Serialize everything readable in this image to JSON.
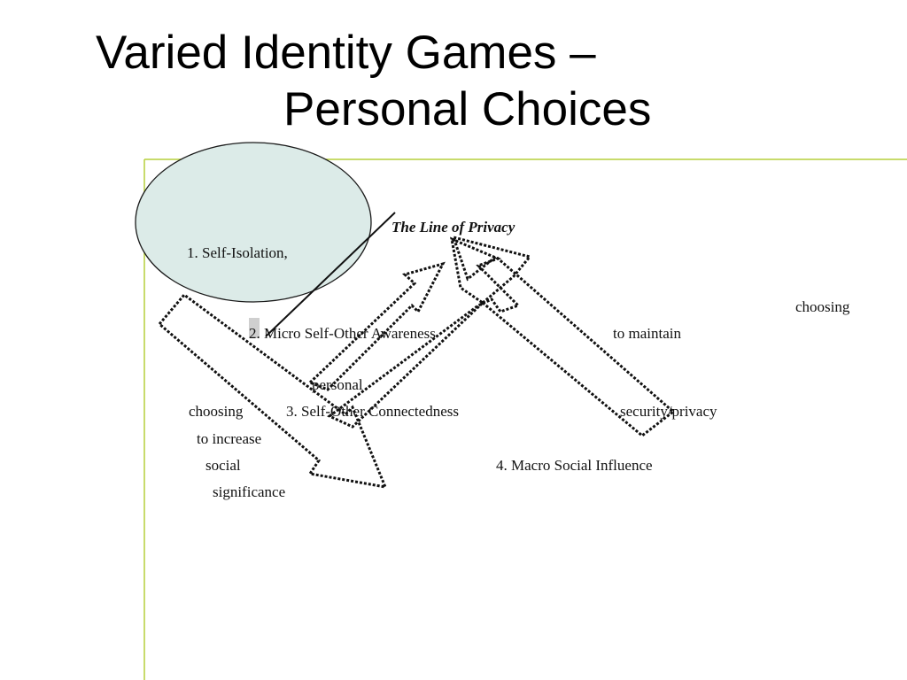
{
  "slide": {
    "title_line1": "Varied Identity Games –",
    "title_line2": "Personal Choices"
  },
  "diagram": {
    "heading": "The Line of Privacy",
    "levels": [
      "1.  Self-Isolation,",
      "2. Micro Self-Other Awareness",
      "3. Self-Other Connectedness",
      "4. Macro Social Influence"
    ],
    "left_choice": [
      "choosing",
      "to increase",
      "social",
      "significance"
    ],
    "middle_label": "personal",
    "right_choice": [
      "choosing",
      "to maintain",
      "security/privacy"
    ]
  },
  "colors": {
    "frame_border": "#b5cf3c",
    "ellipse_fill": "#dcebe8",
    "ellipse_stroke": "#1a1a1a",
    "arrow_stroke": "#111111"
  }
}
